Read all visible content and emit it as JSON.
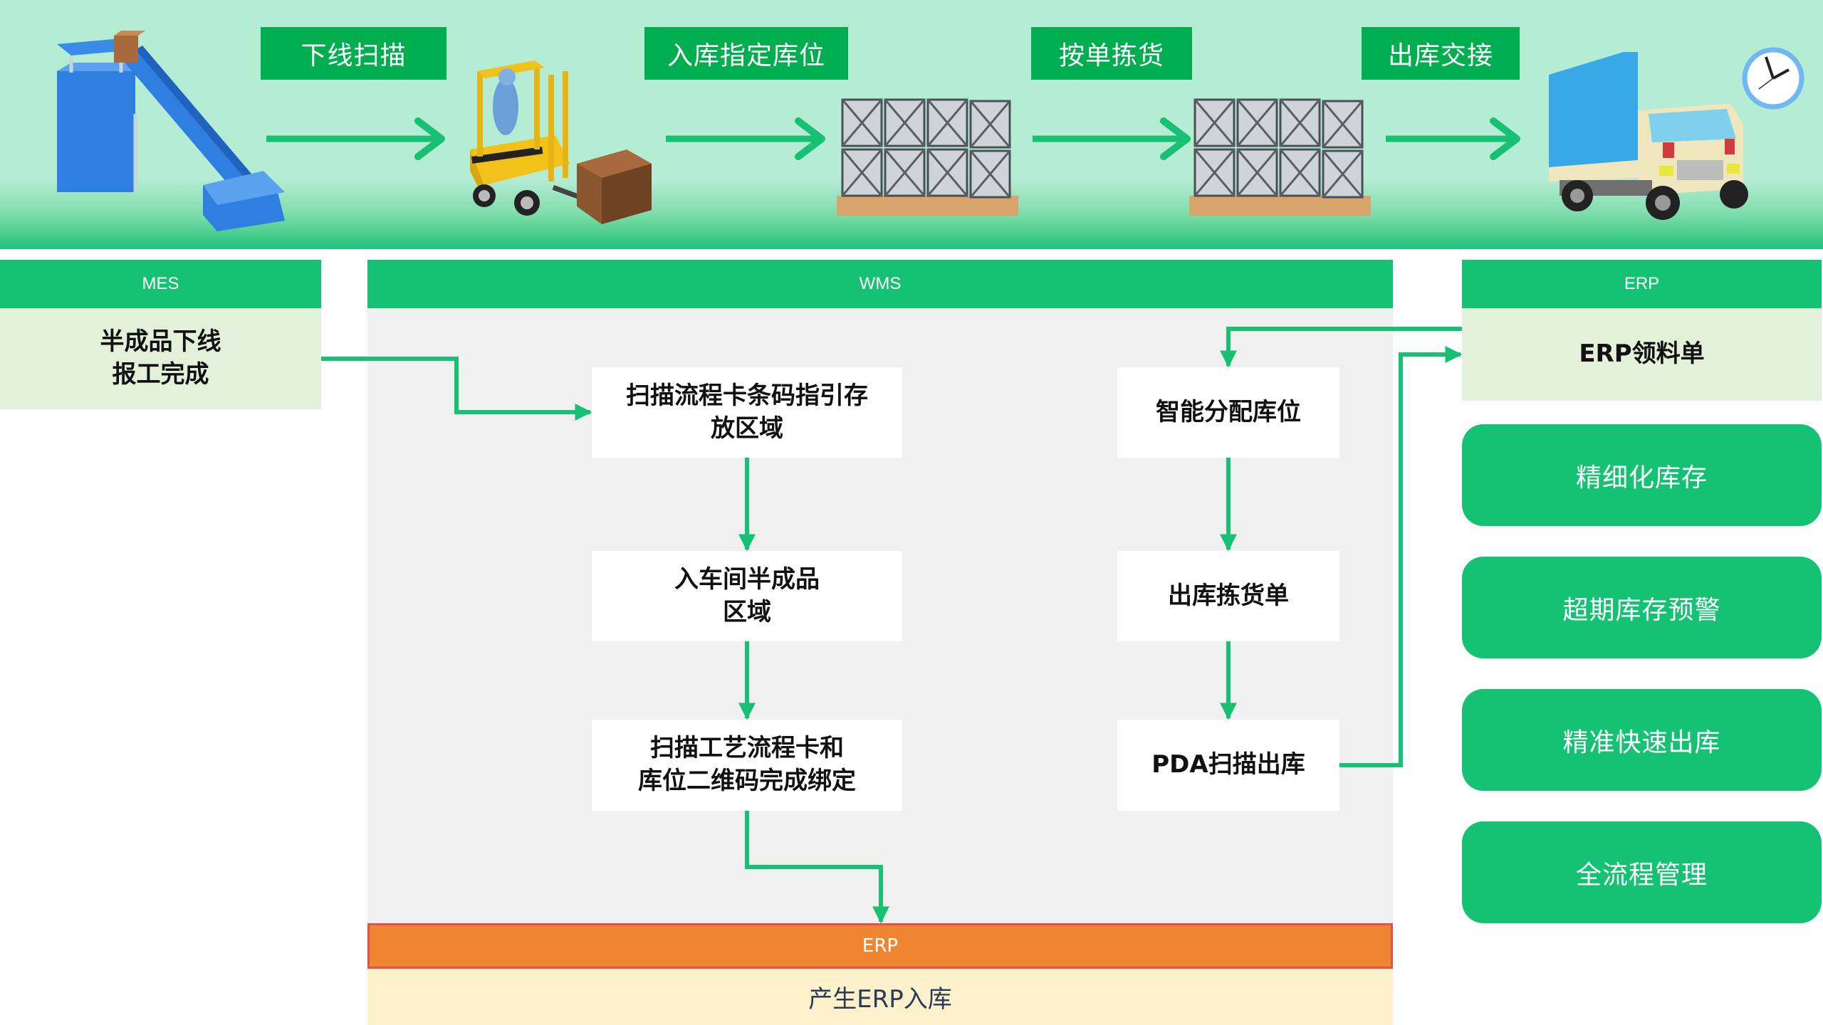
{
  "banner": {
    "steps": [
      {
        "label": "下线扫描",
        "icon": "conveyor-icon"
      },
      {
        "label": "入库指定库位",
        "icon": "forklift-icon"
      },
      {
        "label": "按单拣货",
        "icon": "pallet-racks-icon"
      },
      {
        "label": "出库交接",
        "icon": "pallet-racks-icon"
      }
    ],
    "final_icon": "delivery-truck-with-clock-icon"
  },
  "mes": {
    "header": "MES",
    "body": "半成品下线\n报工完成"
  },
  "wms": {
    "header": "WMS",
    "inbound_steps": [
      "扫描流程卡条码指引存\n放区域",
      "入车间半成品\n区域",
      "扫描工艺流程卡和\n库位二维码完成绑定"
    ],
    "outbound_steps": [
      "智能分配库位",
      "出库拣货单",
      "PDA扫描出库"
    ]
  },
  "erp": {
    "header": "ERP",
    "body": "ERP领料单",
    "features": [
      "精细化库存",
      "超期库存预警",
      "精准快速出库",
      "全流程管理"
    ]
  },
  "erp_bottom": {
    "header": "ERP",
    "body": "产生ERP入库"
  },
  "colors": {
    "primary_green": "#15c172",
    "label_green": "#00ad4f",
    "banner_bg": "#b4ecd4",
    "pale_green": "#e4f1da",
    "wms_grey": "#f0f0f0",
    "erp_orange": "#ef8431",
    "erp_result_bg": "#fdf1cc"
  }
}
